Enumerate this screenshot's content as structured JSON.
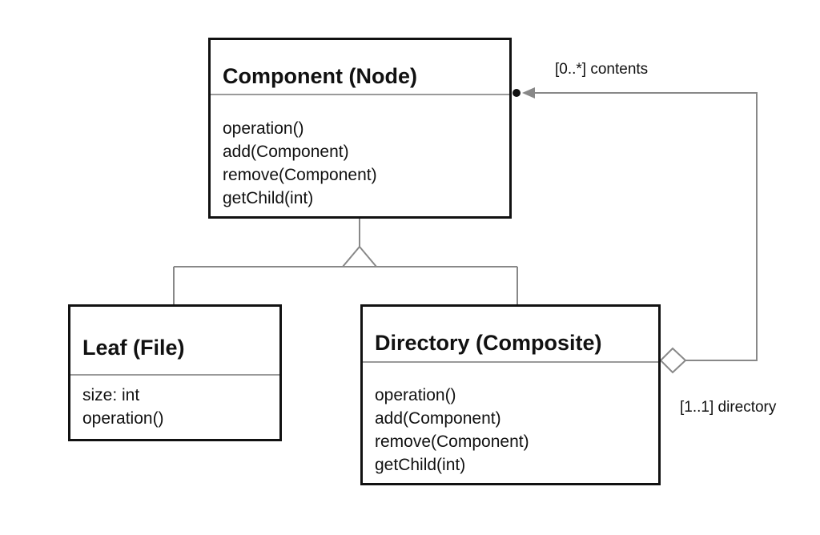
{
  "classes": {
    "component": {
      "name": "Component (Node)",
      "members": [
        "operation()",
        "add(Component)",
        "remove(Component)",
        "getChild(int)"
      ]
    },
    "leaf": {
      "name": "Leaf (File)",
      "members": [
        "size: int",
        "operation()"
      ]
    },
    "directory": {
      "name": "Directory (Composite)",
      "members": [
        "operation()",
        "add(Component)",
        "remove(Component)",
        "getChild(int)"
      ]
    }
  },
  "relationships": {
    "generalization": {
      "from": [
        "Leaf (File)",
        "Directory (Composite)"
      ],
      "to": "Component (Node)"
    },
    "aggregation": {
      "whole": "Directory (Composite)",
      "part": "Component (Node)",
      "part_role": "[0..*] contents",
      "whole_role": "[1..1] directory"
    }
  },
  "colors": {
    "border": "#111111",
    "connector": "#888888",
    "divider": "#9a9a9a"
  }
}
